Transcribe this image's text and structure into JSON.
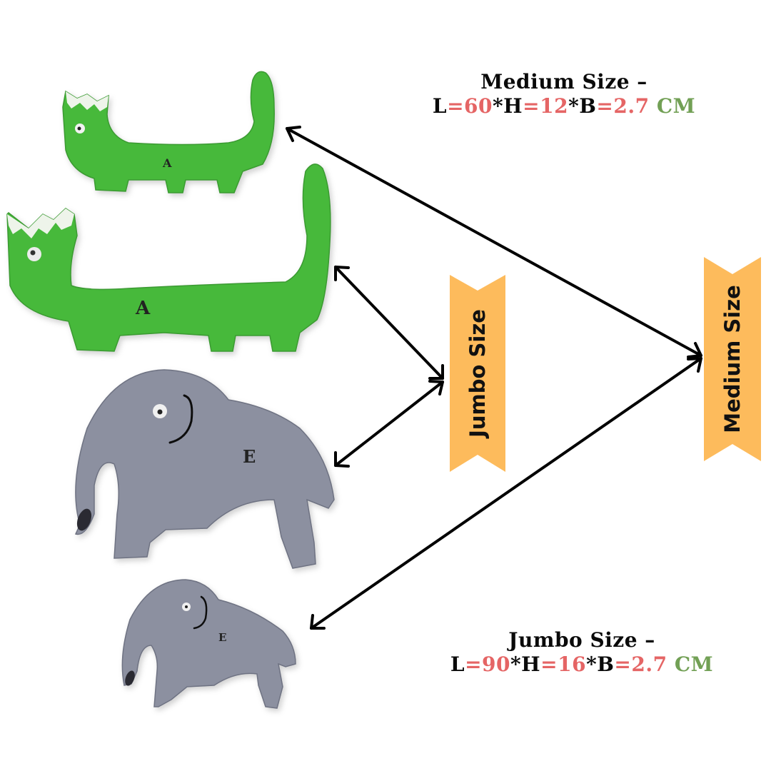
{
  "medium_spec": {
    "title": "Medium Size –",
    "L_label": "L",
    "L_value": "=60",
    "H_label": "*H",
    "H_value": "=12",
    "B_label": "*B",
    "B_value": "=2.7",
    "unit": "CM"
  },
  "jumbo_spec": {
    "title": "Jumbo Size –",
    "L_label": "L",
    "L_value": "=90",
    "H_label": "*H",
    "H_value": "=16",
    "B_label": "*B",
    "B_value": "=2.7",
    "unit": "CM"
  },
  "banners": {
    "jumbo": "Jumbo Size",
    "medium": "Medium Size"
  },
  "toys": [
    {
      "animal": "crocodile",
      "size": "medium",
      "letter": "A",
      "color": "#46b93a"
    },
    {
      "animal": "crocodile",
      "size": "jumbo",
      "letter": "A",
      "color": "#46b93a"
    },
    {
      "animal": "elephant",
      "size": "jumbo",
      "letter": "E",
      "color": "#8c90a0"
    },
    {
      "animal": "elephant",
      "size": "medium",
      "letter": "E",
      "color": "#8c90a0"
    }
  ],
  "colors": {
    "banner": "#fdbb5c",
    "value_red": "#e56565",
    "unit_green": "#72a055",
    "crocodile_green": "#46b93a",
    "elephant_grey": "#8c90a0"
  }
}
